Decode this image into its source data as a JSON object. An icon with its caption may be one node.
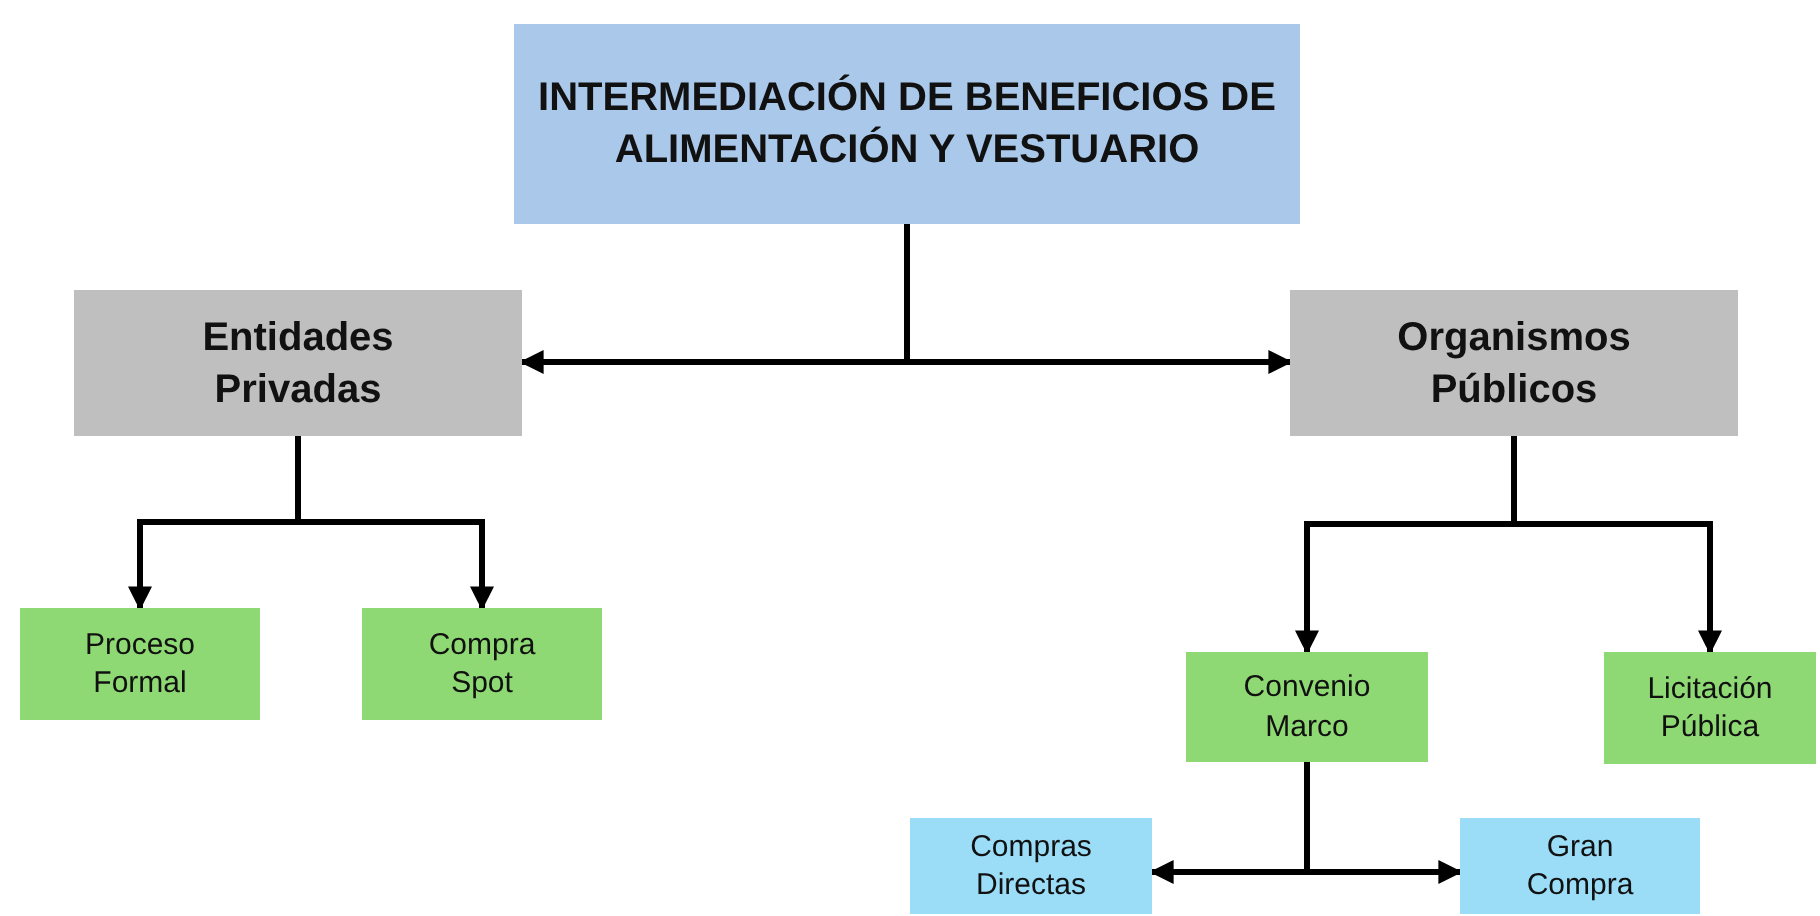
{
  "diagram": {
    "nodes": [
      {
        "text": [
          "INTERMEDIACIÓN DE BENEFICIOS DE ALIMENTACIÓN Y VESTUARIO"
        ]
      },
      {
        "text": [
          "Entidades Privadas"
        ]
      },
      {
        "text": [
          "Organismos Públicos"
        ]
      },
      {
        "text": [
          "Proceso Formal"
        ]
      },
      {
        "text": [
          "Compra Spot"
        ]
      },
      {
        "text": [
          "Convenio Marco"
        ]
      },
      {
        "text": [
          "Licitación Pública"
        ]
      },
      {
        "text": [
          "Compras Directas"
        ]
      },
      {
        "text": [
          "Gran Compra"
        ]
      }
    ],
    "edges": [
      {
        "from": 0,
        "to": 1,
        "arrow": "to"
      },
      {
        "from": 0,
        "to": 2,
        "arrow": "to"
      },
      {
        "from": 1,
        "to": 3,
        "arrow": "to"
      },
      {
        "from": 1,
        "to": 4,
        "arrow": "to"
      },
      {
        "from": 2,
        "to": 5,
        "arrow": "to"
      },
      {
        "from": 2,
        "to": 6,
        "arrow": "to"
      },
      {
        "from": 5,
        "to": 7,
        "arrow": "to"
      },
      {
        "from": 5,
        "to": 8,
        "arrow": "to"
      }
    ]
  }
}
